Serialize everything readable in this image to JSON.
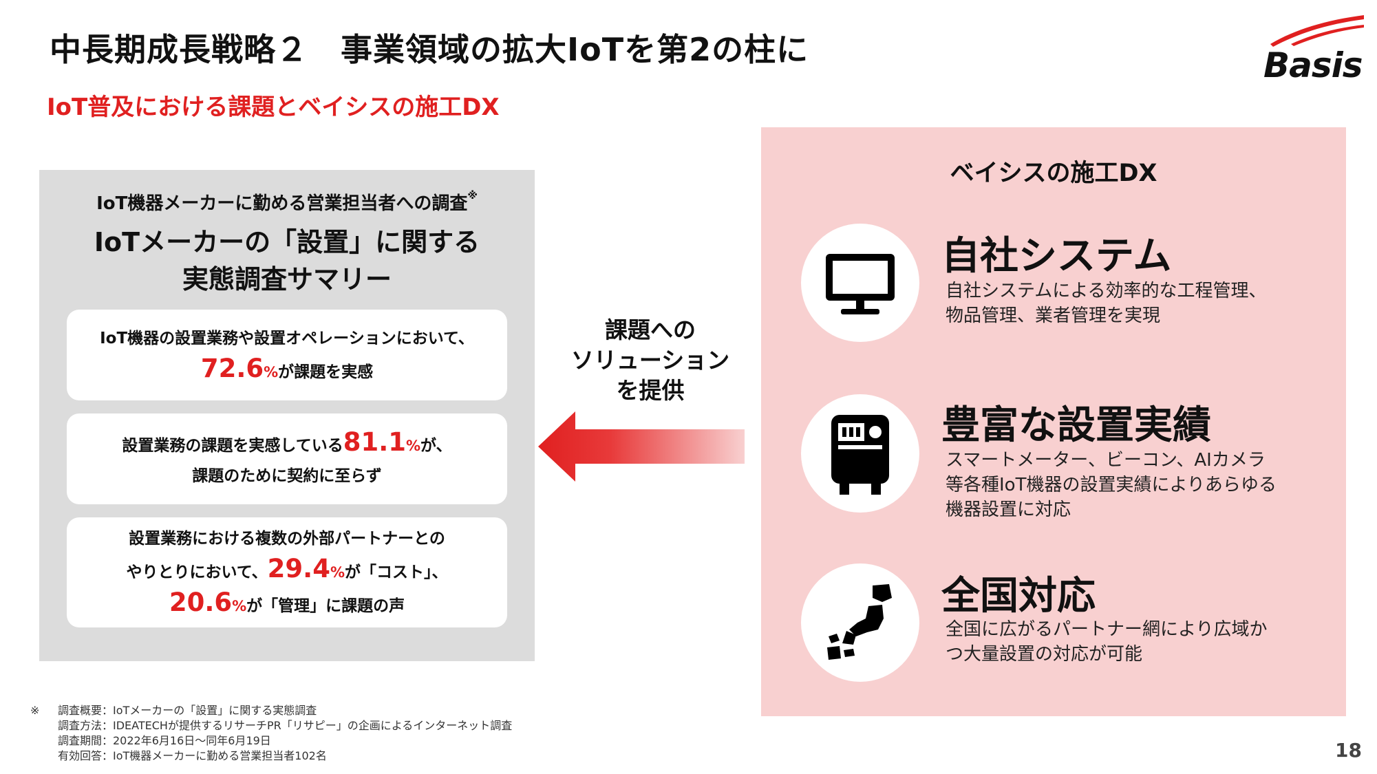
{
  "header": {
    "title": "中長期成長戦略２　事業領域の拡大IoTを第2の柱に",
    "subtitle": "IoT普及における課題とベイシスの施工DX"
  },
  "logo": {
    "text": "Basis",
    "accent_color": "#e02020"
  },
  "survey": {
    "label": "IoT機器メーカーに勤める営業担当者への調査",
    "label_mark": "※",
    "heading_line1": "IoTメーカーの「設置」に関する",
    "heading_line2": "実態調査サマリー",
    "cards": [
      {
        "line1": "IoT機器の設置業務や設置オペレーションにおいて、",
        "value": "72.6",
        "unit": "%",
        "after": "が課題を実感"
      },
      {
        "before": "設置業務の課題を実感している",
        "value": "81.1",
        "unit": "%",
        "after": "が、",
        "line2": "課題のために契約に至らず"
      },
      {
        "line1": "設置業務における複数の外部パートナーとの",
        "line2_before": "やりとりにおいて、",
        "value1": "29.4",
        "unit1": "%",
        "line2_after": "が「コスト」、",
        "value2": "20.6",
        "unit2": "%",
        "line3_after": "が「管理」に課題の声"
      }
    ]
  },
  "middle": {
    "line1": "課題への",
    "line2": "ソリューション",
    "line3": "を提供",
    "arrow_color": "#e02020"
  },
  "solution": {
    "title": "ベイシスの施工DX",
    "features": [
      {
        "icon": "monitor-icon",
        "title": "自社システム",
        "desc1": "自社システムによる効率的な工程管理、",
        "desc2": "物品管理、業者管理を実現"
      },
      {
        "icon": "smart-meter-icon",
        "title": "豊富な設置実績",
        "desc1": "スマートメーター、ビーコン、AIカメラ",
        "desc2": "等各種IoT機器の設置実績によりあらゆる",
        "desc3": "機器設置に対応"
      },
      {
        "icon": "japan-map-icon",
        "title": "全国対応",
        "desc1": "全国に広がるパートナー網により広域か",
        "desc2": "つ大量設置の対応が可能"
      }
    ]
  },
  "footnote": {
    "mark": "※",
    "lines": [
      "調査概要：IoTメーカーの「設置」に関する実態調査",
      "調査方法：IDEATECHが提供するリサーチPR「リサピー」の企画によるインターネット調査",
      "調査期間：2022年6月16日〜同年6月19日",
      "有効回答：IoT機器メーカーに勤める営業担当者102名"
    ]
  },
  "page_number": "18",
  "colors": {
    "accent_red": "#e02020",
    "left_panel_bg": "#dcdcdc",
    "right_panel_bg": "#f8d0d0"
  }
}
